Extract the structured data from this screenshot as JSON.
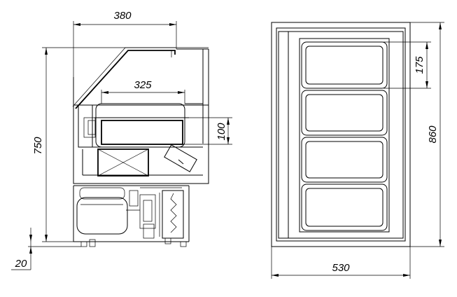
{
  "dimensions": {
    "top_width": "380",
    "inner_tray_width": "325",
    "tray_depth": "100",
    "total_height": "750",
    "feet_height": "20",
    "pan_depth": "175",
    "total_depth": "860",
    "width_front": "530"
  }
}
